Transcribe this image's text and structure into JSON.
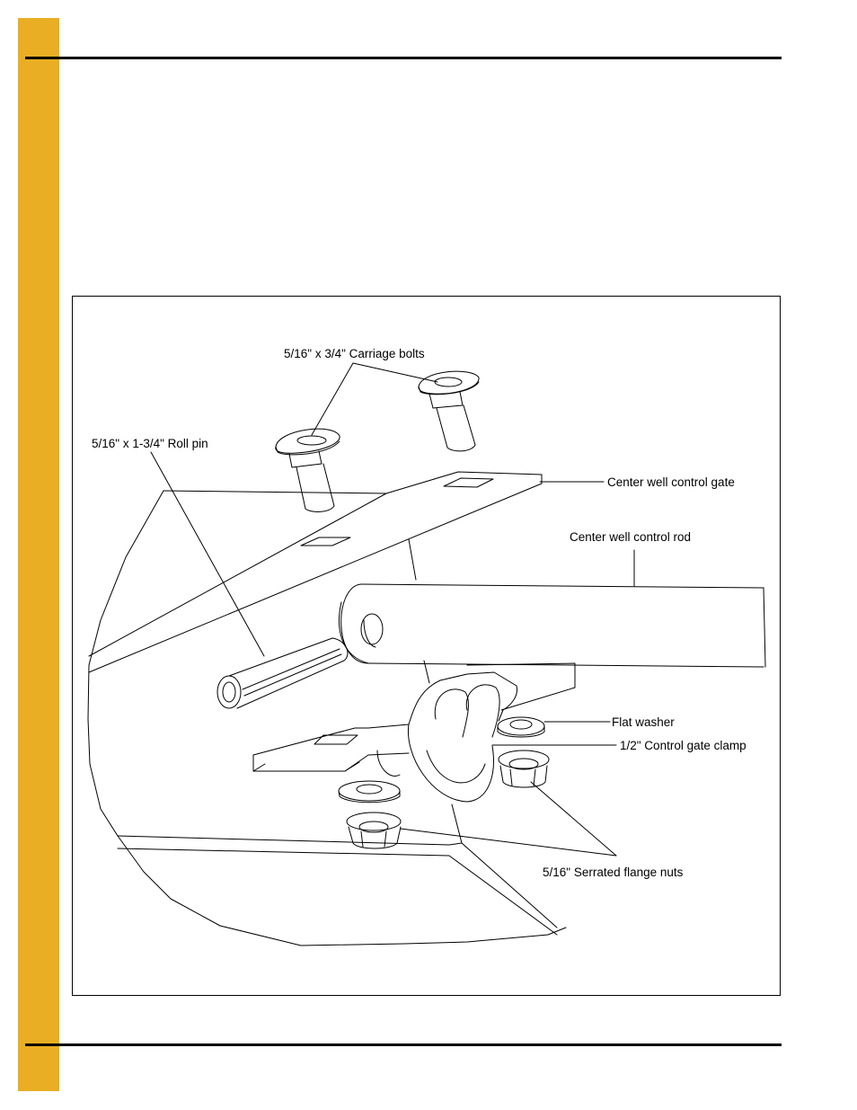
{
  "page": {
    "accent_color": "#E9AE23"
  },
  "figure": {
    "callouts": {
      "carriage_bolts": "5/16\" x 3/4\" Carriage bolts",
      "roll_pin": "5/16\" x 1-3/4\" Roll pin",
      "control_gate": "Center well control gate",
      "control_rod": "Center well control rod",
      "flat_washer": "Flat washer",
      "gate_clamp": "1/2\" Control gate clamp",
      "flange_nuts": "5/16\" Serrated flange nuts"
    }
  }
}
